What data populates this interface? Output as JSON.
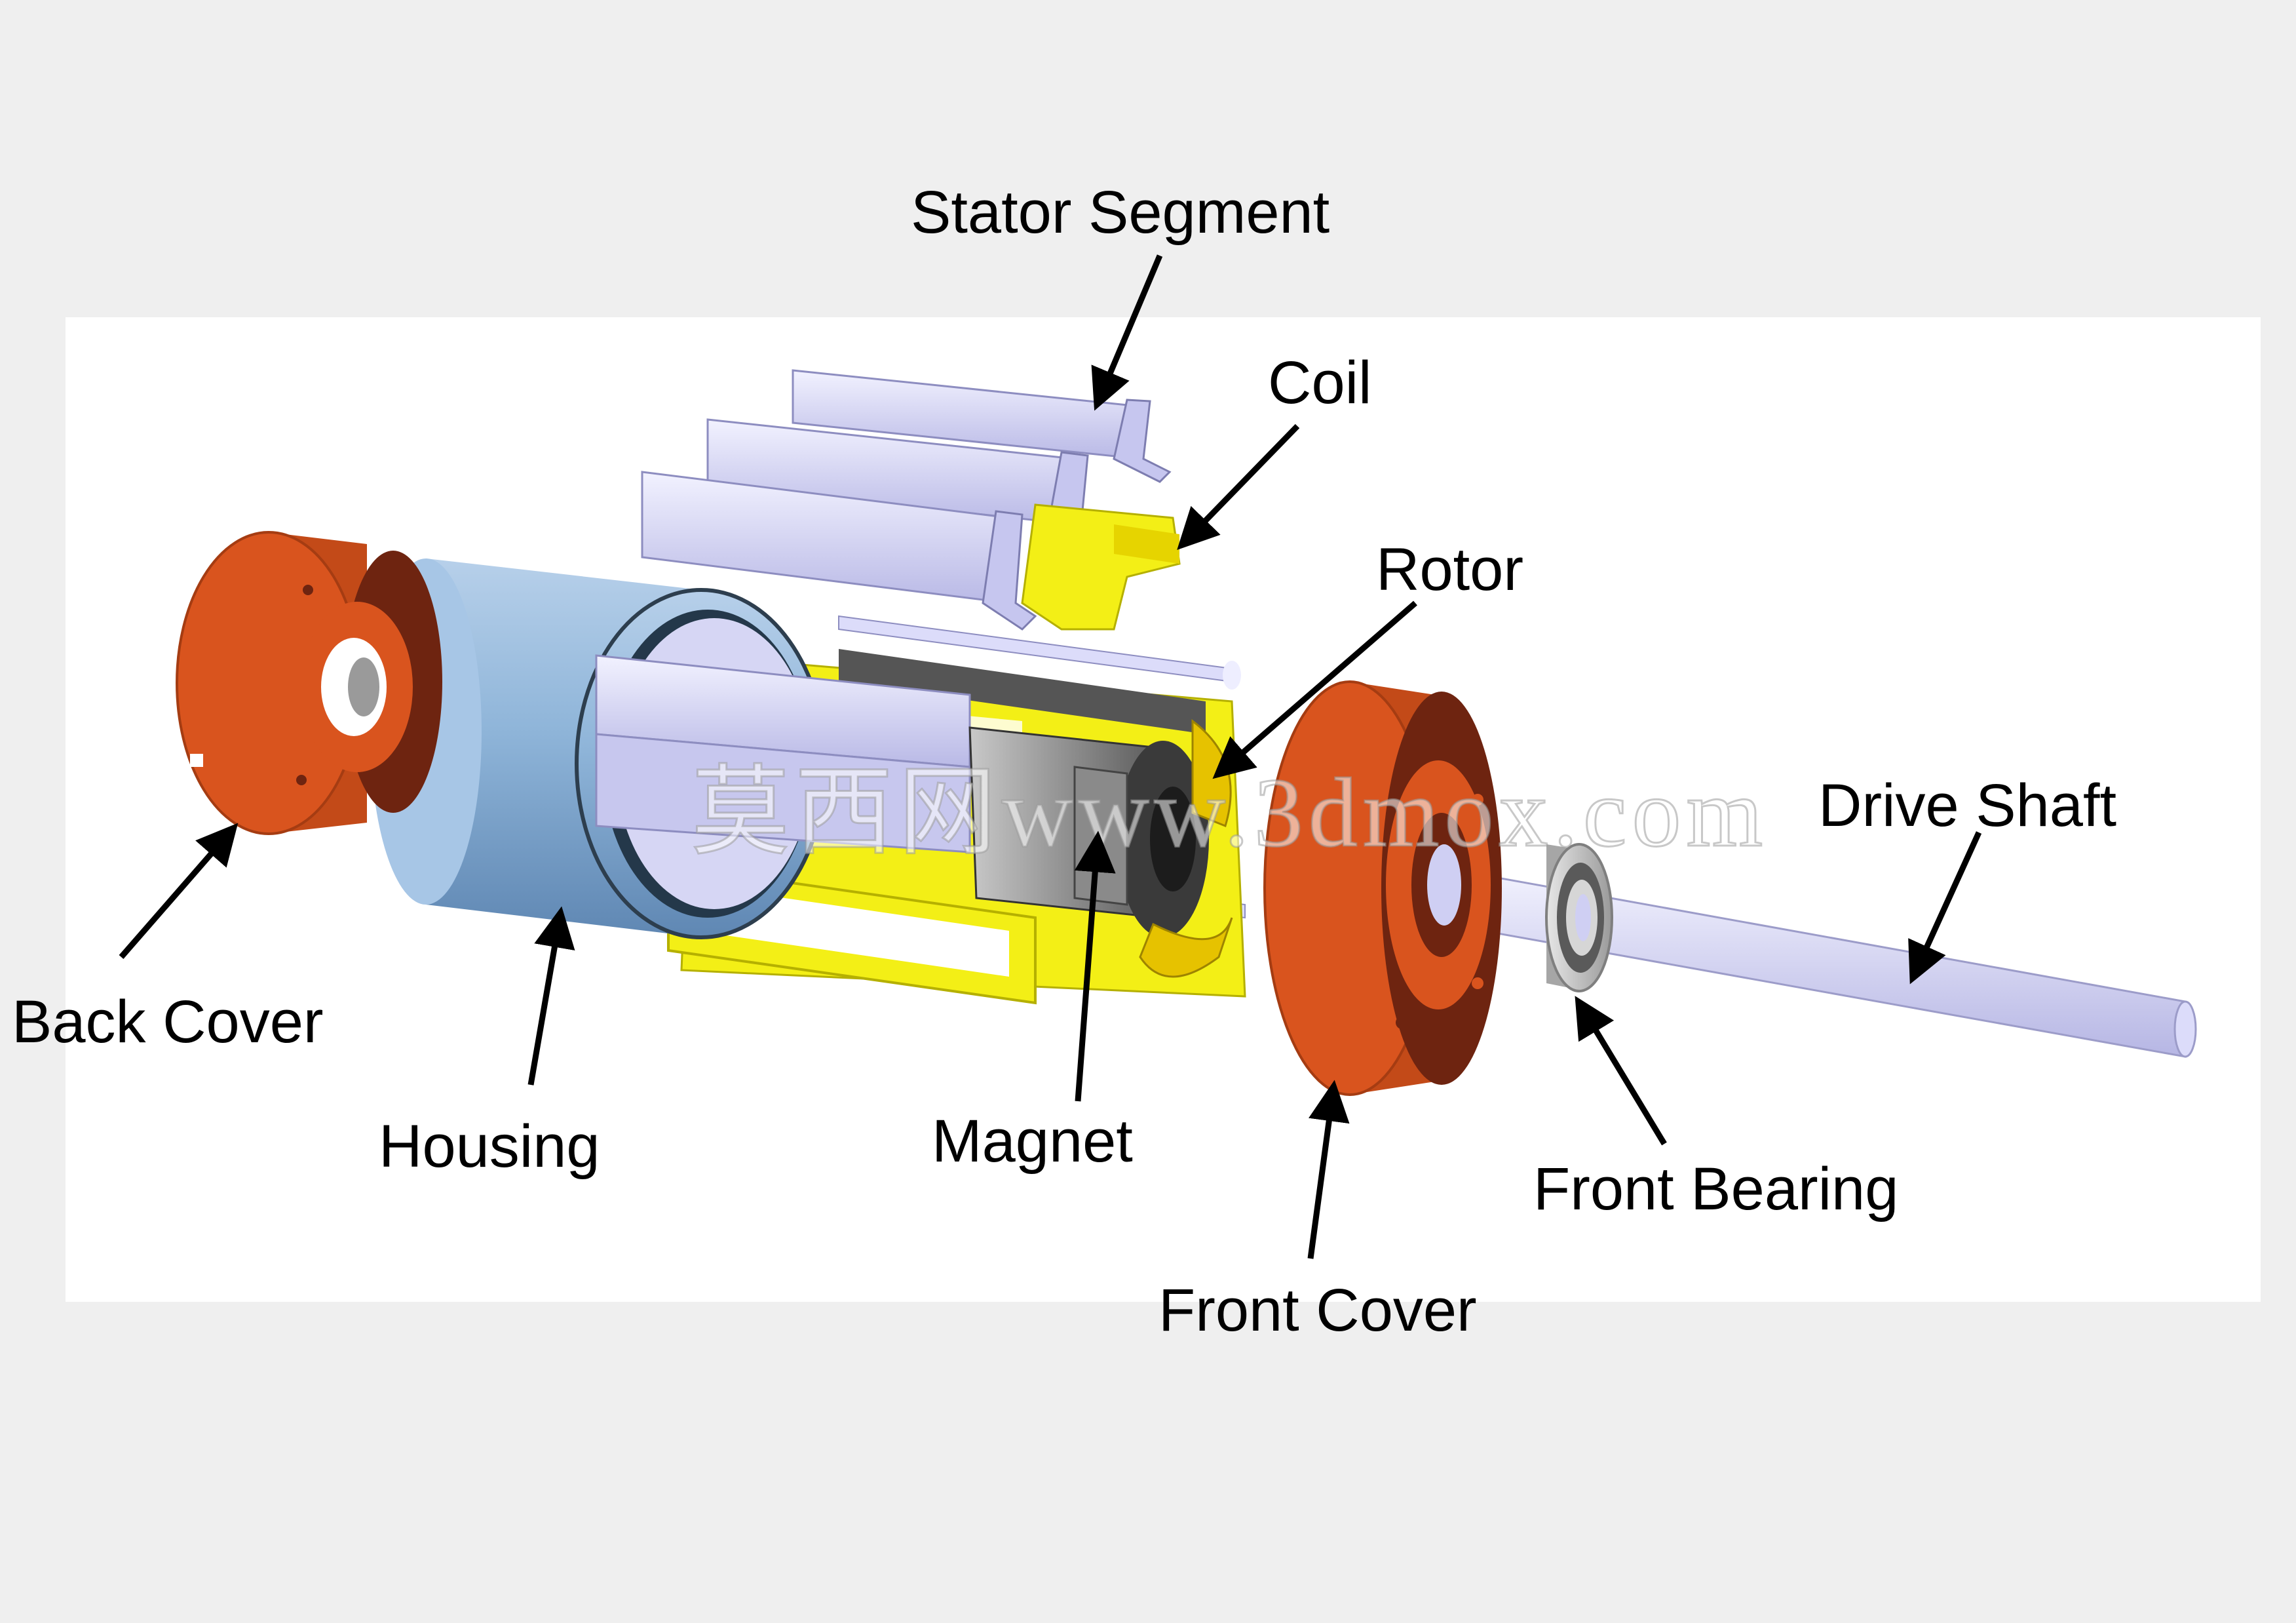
{
  "diagram": {
    "labels": {
      "stator_segment": "Stator Segment",
      "coil": "Coil",
      "rotor": "Rotor",
      "drive_shaft": "Drive Shaft",
      "back_cover": "Back Cover",
      "housing": "Housing",
      "magnet": "Magnet",
      "front_bearing": "Front Bearing",
      "front_cover": "Front Cover"
    },
    "watermark": "莫西网www.3dmox.com"
  },
  "colors": {
    "page_background": "#efefef",
    "panel_background": "#ffffff",
    "cover_orange": "#d9541e",
    "cover_dark": "#6e2410",
    "housing_blue": "#8fb5d9",
    "stator_lavender": "#d3d3f4",
    "coil_yellow": "#f3ef16",
    "shaft_lavender": "#cfcff3",
    "bearing_gray": "#b9b9b9",
    "rotor_dark": "#3a3a3a",
    "magnet_gray": "#8a8a8a",
    "arrow_black": "#000000"
  }
}
